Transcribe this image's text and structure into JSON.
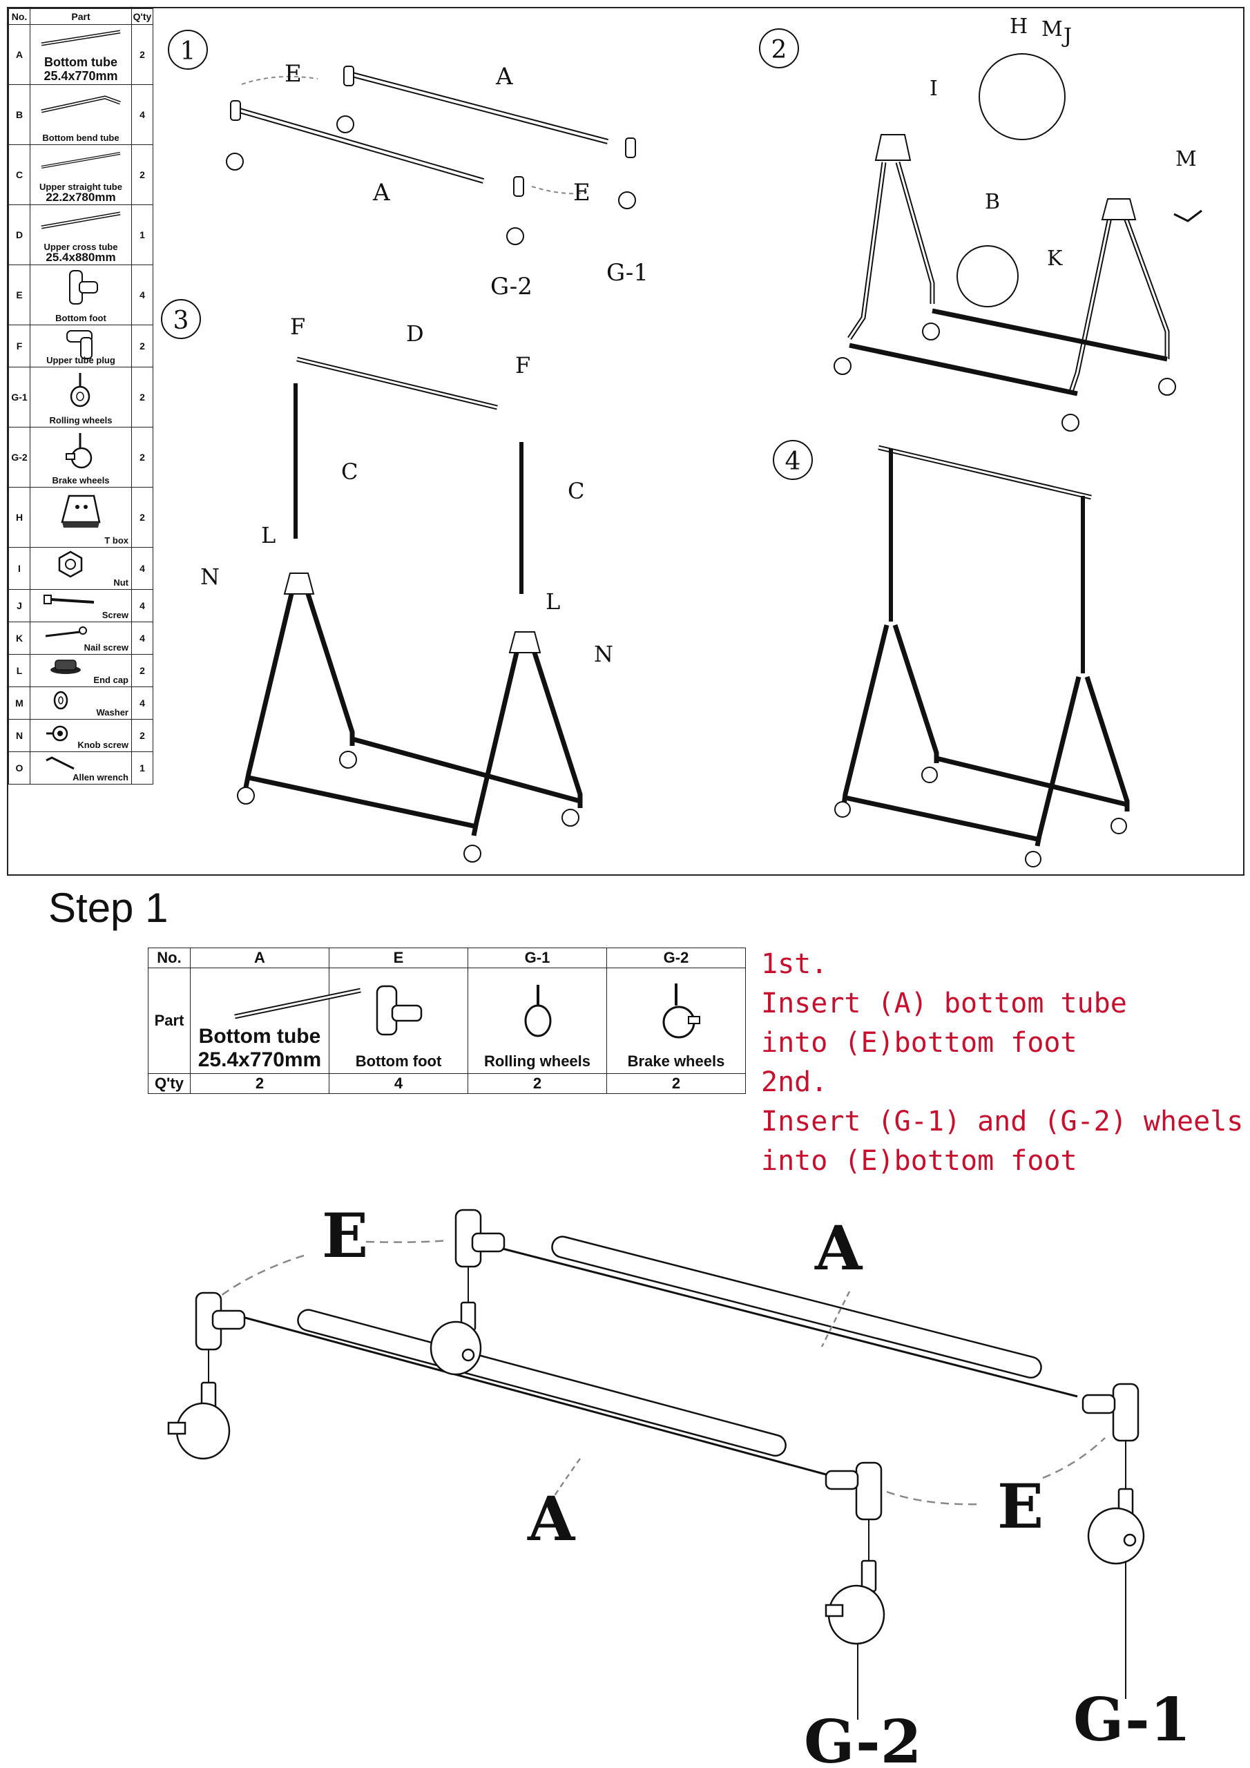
{
  "parts_table": {
    "headers": {
      "no": "No.",
      "part": "Part",
      "qty": "Q'ty"
    },
    "rows": [
      {
        "no": "A",
        "label": "Bottom tube",
        "spec": "25.4x770mm",
        "qty": "2",
        "icon": "tube-icon"
      },
      {
        "no": "B",
        "label": "Bottom bend tube",
        "spec": "",
        "qty": "4",
        "icon": "bent-tube-icon"
      },
      {
        "no": "C",
        "label": "Upper straight tube",
        "spec": "22.2x780mm",
        "qty": "2",
        "icon": "tube-icon"
      },
      {
        "no": "D",
        "label": "Upper cross tube",
        "spec": "25.4x880mm",
        "qty": "1",
        "icon": "tube-icon"
      },
      {
        "no": "E",
        "label": "Bottom foot",
        "spec": "",
        "qty": "4",
        "icon": "t-connector-icon"
      },
      {
        "no": "F",
        "label": "Upper tube plug",
        "spec": "",
        "qty": "2",
        "icon": "elbow-plug-icon"
      },
      {
        "no": "G-1",
        "label": "Rolling wheels",
        "spec": "",
        "qty": "2",
        "icon": "caster-icon"
      },
      {
        "no": "G-2",
        "label": "Brake wheels",
        "spec": "",
        "qty": "2",
        "icon": "brake-caster-icon"
      },
      {
        "no": "H",
        "label": "T box",
        "spec": "",
        "qty": "2",
        "icon": "t-box-icon"
      },
      {
        "no": "I",
        "label": "Nut",
        "spec": "",
        "qty": "4",
        "icon": "nut-icon"
      },
      {
        "no": "J",
        "label": "Screw",
        "spec": "",
        "qty": "4",
        "icon": "screw-icon"
      },
      {
        "no": "K",
        "label": "Nail screw",
        "spec": "",
        "qty": "4",
        "icon": "nail-screw-icon"
      },
      {
        "no": "L",
        "label": "End cap",
        "spec": "",
        "qty": "2",
        "icon": "end-cap-icon"
      },
      {
        "no": "M",
        "label": "Washer",
        "spec": "",
        "qty": "4",
        "icon": "washer-icon"
      },
      {
        "no": "N",
        "label": "Knob screw",
        "spec": "",
        "qty": "2",
        "icon": "knob-screw-icon"
      },
      {
        "no": "O",
        "label": "Allen wrench",
        "spec": "",
        "qty": "1",
        "icon": "allen-wrench-icon"
      }
    ]
  },
  "overview": {
    "step_numbers": [
      "①",
      "②",
      "③",
      "④"
    ],
    "panel1_labels": {
      "e": "E",
      "a": "A",
      "g1": "G-1",
      "g2": "G-2"
    },
    "panel2_labels": {
      "h": "H",
      "m": "M",
      "j": "J",
      "i": "I",
      "b": "B",
      "k": "K"
    },
    "panel3_labels": {
      "f": "F",
      "d": "D",
      "c": "C",
      "l": "L",
      "n": "N"
    }
  },
  "step1": {
    "title": "Step 1",
    "table": {
      "row_headers": {
        "no": "No.",
        "part": "Part",
        "qty": "Q'ty"
      },
      "columns": [
        {
          "no": "A",
          "label": "Bottom tube",
          "spec": "25.4x770mm",
          "qty": "2"
        },
        {
          "no": "E",
          "label": "Bottom foot",
          "spec": "",
          "qty": "4"
        },
        {
          "no": "G-1",
          "label": "Rolling wheels",
          "spec": "",
          "qty": "2"
        },
        {
          "no": "G-2",
          "label": "Brake wheels",
          "spec": "",
          "qty": "2"
        }
      ]
    },
    "instructions": [
      "1st.",
      "Insert (A) bottom tube",
      "into (E)bottom foot",
      "2nd.",
      "Insert (G-1) and (G-2) wheels",
      "into (E)bottom foot"
    ],
    "diagram_labels": {
      "e": "E",
      "a": "A",
      "g1": "G-1",
      "g2": "G-2"
    }
  },
  "colors": {
    "instruction_text": "#c8102e",
    "line": "#111111"
  }
}
